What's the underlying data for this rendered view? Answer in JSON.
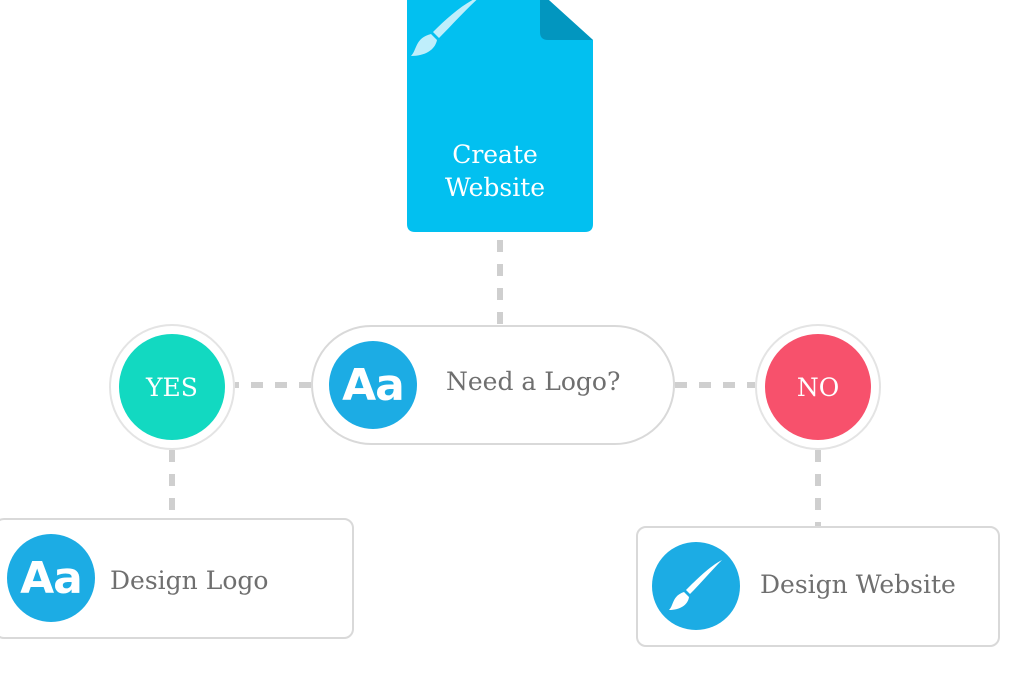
{
  "document_node": {
    "label": "Create\nWebsite",
    "icon": "paintbrush-icon",
    "color": "#02c0f0",
    "fold_color": "#0296bf"
  },
  "decision": {
    "label": "Need a Logo?",
    "badge_text": "Aa",
    "badge_color": "#1cace4"
  },
  "answers": {
    "yes": {
      "label": "YES",
      "color": "#12d9c1"
    },
    "no": {
      "label": "NO",
      "color": "#f7516c"
    }
  },
  "tasks": {
    "logo": {
      "label": "Design Logo",
      "badge_text": "Aa"
    },
    "website": {
      "label": "Design Website",
      "icon": "paintbrush-icon"
    }
  },
  "connector_color": "#cfcfcf"
}
